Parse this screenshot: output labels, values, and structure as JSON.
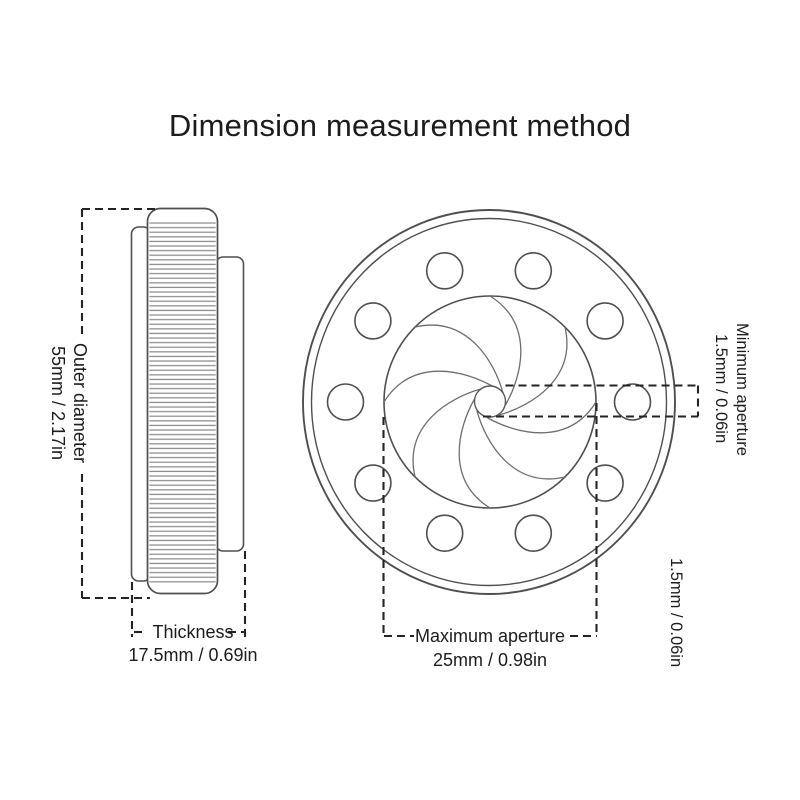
{
  "title": "Dimension measurement method",
  "side_view": {
    "outer_diameter": {
      "label": "Outer diameter",
      "value": "55mm / 2.17in"
    },
    "thickness": {
      "label": "Thickness",
      "value": "17.5mm / 0.69in"
    }
  },
  "front_view": {
    "min_aperture": {
      "label": "Minimum aperture",
      "value": "1.5mm / 0.06in"
    },
    "max_aperture": {
      "label": "Maximum aperture",
      "value": "25mm / 0.98in"
    },
    "min_aperture_repeat_value": "1.5mm / 0.06in"
  },
  "palette": {
    "background": "#ffffff",
    "ink": "#1c1c1c",
    "outline": "#4f4f4f",
    "knurl": "#8d8d8d",
    "dimension_line": "#242424"
  }
}
